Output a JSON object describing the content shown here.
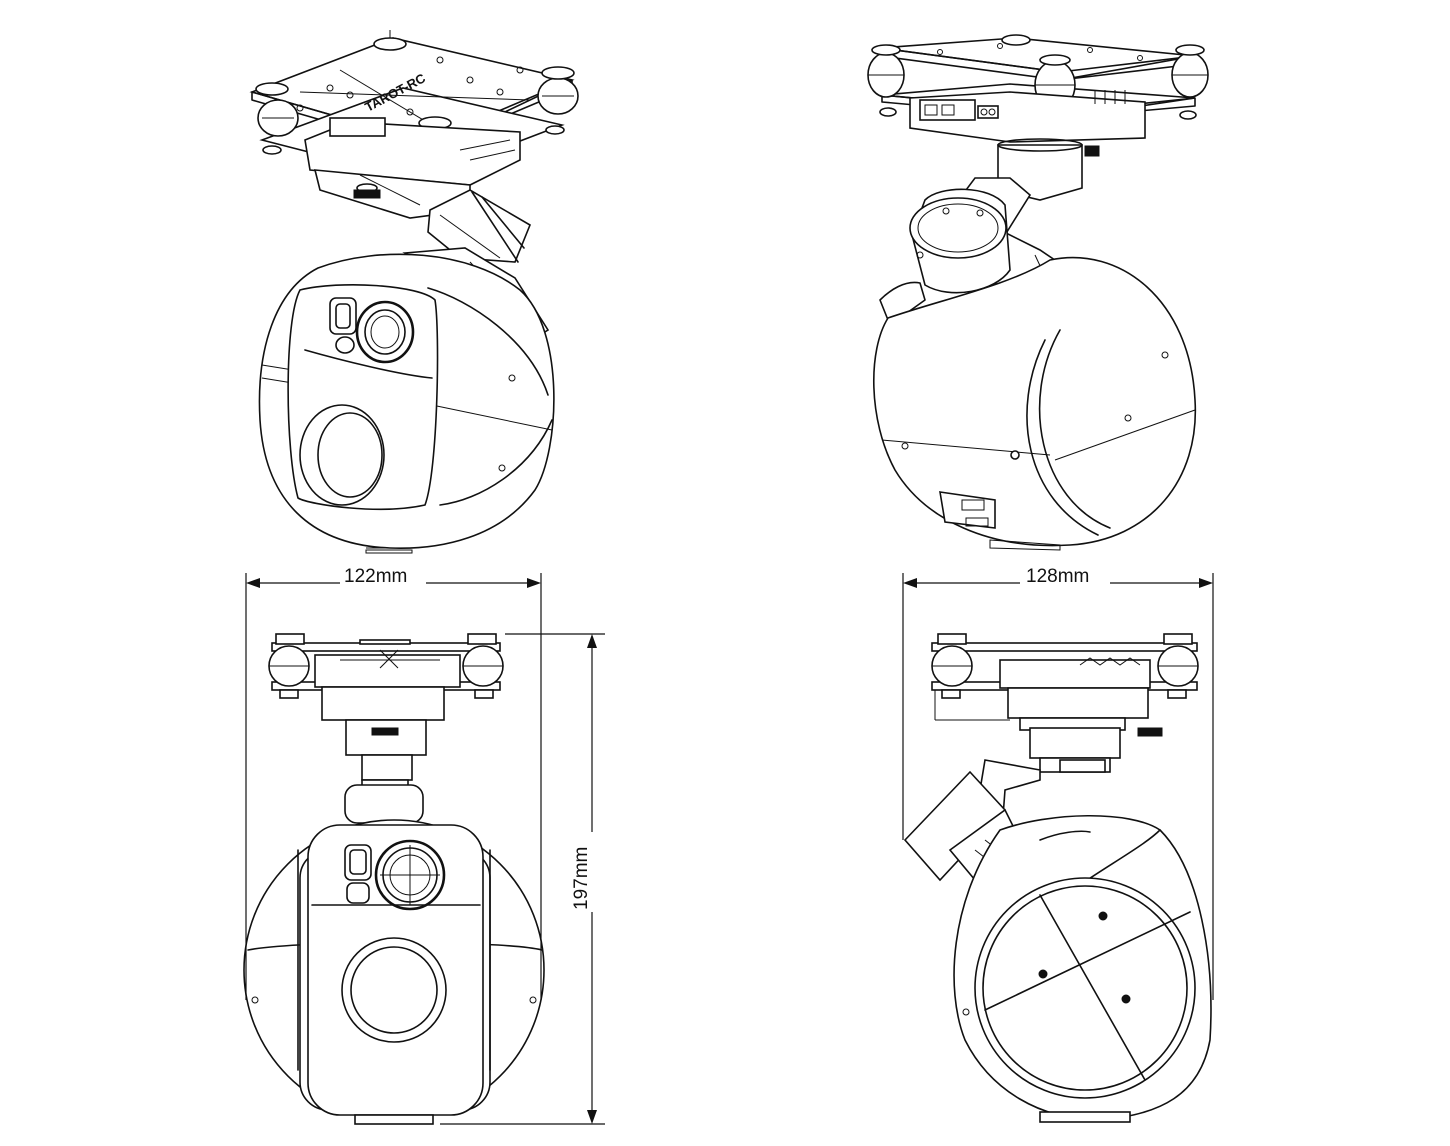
{
  "dimensions": {
    "front_width": "122mm",
    "side_width": "128mm",
    "height": "197mm"
  },
  "logo": "TAROT-RC"
}
